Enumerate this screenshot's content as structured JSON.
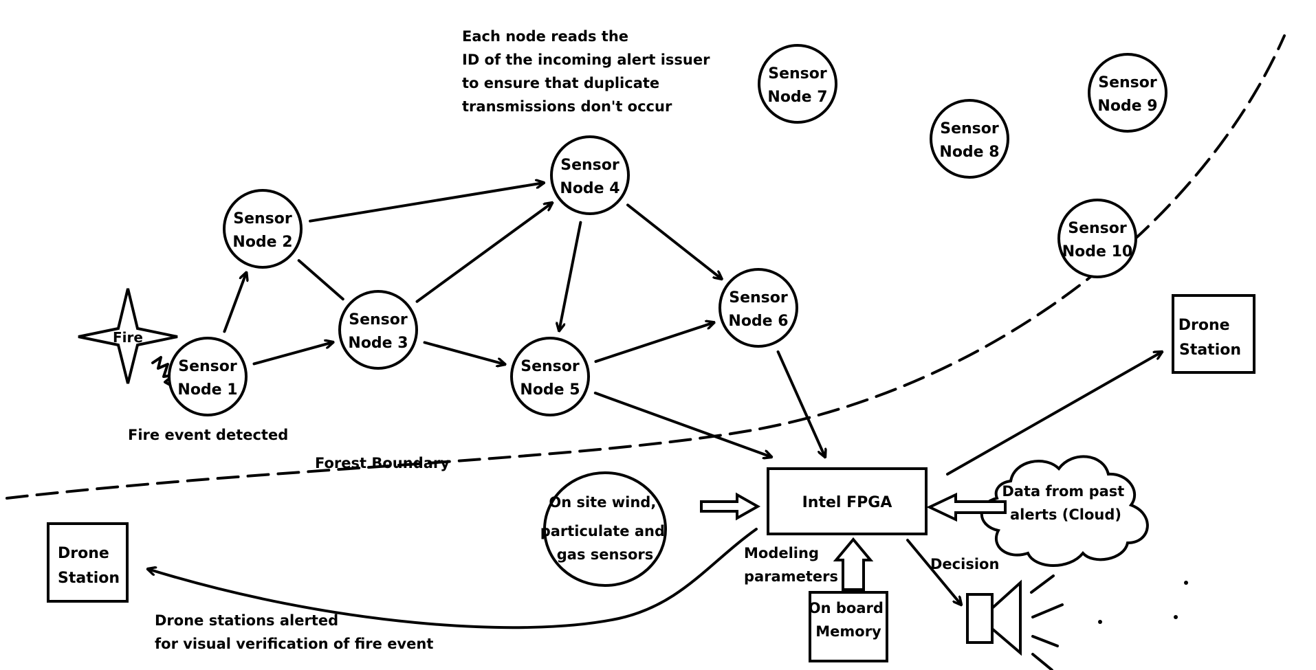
{
  "annotations": {
    "alert_note": [
      "Each node reads the",
      "ID of the incoming alert issuer",
      "to ensure that duplicate",
      "transmissions don't occur"
    ],
    "fire_detected": "Fire event detected",
    "forest_boundary": "Forest Boundary",
    "drone_alert": [
      "Drone stations alerted",
      "for visual verification of fire event"
    ],
    "modeling": [
      "Modeling",
      "parameters"
    ],
    "decision": "Decision"
  },
  "fire": {
    "label": "Fire"
  },
  "nodes": [
    {
      "id": "n1",
      "lines": [
        "Sensor",
        "Node 1"
      ]
    },
    {
      "id": "n2",
      "lines": [
        "Sensor",
        "Node 2"
      ]
    },
    {
      "id": "n3",
      "lines": [
        "Sensor",
        "Node 3"
      ]
    },
    {
      "id": "n4",
      "lines": [
        "Sensor",
        "Node 4"
      ]
    },
    {
      "id": "n5",
      "lines": [
        "Sensor",
        "Node 5"
      ]
    },
    {
      "id": "n6",
      "lines": [
        "Sensor",
        "Node 6"
      ]
    },
    {
      "id": "n7",
      "lines": [
        "Sensor",
        "Node 7"
      ]
    },
    {
      "id": "n8",
      "lines": [
        "Sensor",
        "Node 8"
      ]
    },
    {
      "id": "n9",
      "lines": [
        "Sensor",
        "Node 9"
      ]
    },
    {
      "id": "n10",
      "lines": [
        "Sensor",
        "Node 10"
      ]
    }
  ],
  "edges": [
    {
      "from": "n1",
      "to": "n2",
      "arrow": true
    },
    {
      "from": "n1",
      "to": "n3",
      "arrow": true
    },
    {
      "from": "n2",
      "to": "n4",
      "arrow": true
    },
    {
      "from": "n2",
      "to": "n3",
      "arrow": false
    },
    {
      "from": "n3",
      "to": "n4",
      "arrow": true
    },
    {
      "from": "n3",
      "to": "n5",
      "arrow": true
    },
    {
      "from": "n4",
      "to": "n5",
      "arrow": true
    },
    {
      "from": "n4",
      "to": "n6",
      "arrow": true
    },
    {
      "from": "n5",
      "to": "n6",
      "arrow": true
    },
    {
      "from": "n5",
      "to": "fpga",
      "arrow": true
    },
    {
      "from": "n6",
      "to": "fpga",
      "arrow": true
    }
  ],
  "fpga": {
    "label": "Intel FPGA"
  },
  "onsite_sensors": {
    "lines": [
      "On site wind,",
      "particulate and",
      "gas sensors"
    ]
  },
  "cloud": {
    "lines": [
      "Data from past",
      "alerts  (Cloud)"
    ]
  },
  "memory": {
    "lines": [
      "On board",
      "Memory"
    ]
  },
  "drone_station_right": {
    "lines": [
      "Drone",
      "Station"
    ]
  },
  "drone_station_left": {
    "lines": [
      "Drone",
      "Station"
    ]
  }
}
